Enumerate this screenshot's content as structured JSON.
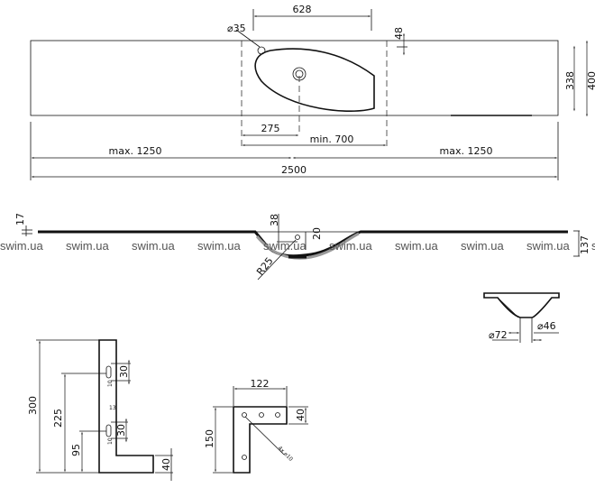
{
  "top_view": {
    "width_628": "628",
    "hole_dia": "⌀35",
    "offset_48": "48",
    "depth_338": "338",
    "depth_400": "400",
    "drain_275": "275",
    "min_700": "min. 700",
    "max_left": "max. 1250",
    "max_right": "max. 1250",
    "total": "2500"
  },
  "section_view": {
    "thickness_17": "17",
    "depth_38": "38",
    "depth_20": "20",
    "radius_25": "R25",
    "height_137": "137"
  },
  "watermark": "swim.ua",
  "basin_section": {
    "dia_72": "⌀72",
    "dia_46": "⌀46"
  },
  "bracket_side": {
    "height_300": "300",
    "height_225": "225",
    "height_95": "95",
    "slot_30_a": "30",
    "slot_30_b": "30",
    "slot_10_a": "10",
    "slot_10_b": "10",
    "offset_13": "13",
    "foot_40": "40"
  },
  "bracket_top": {
    "width_122": "122",
    "height_150": "150",
    "arm_40": "40",
    "holes": "4x ⌀10"
  }
}
